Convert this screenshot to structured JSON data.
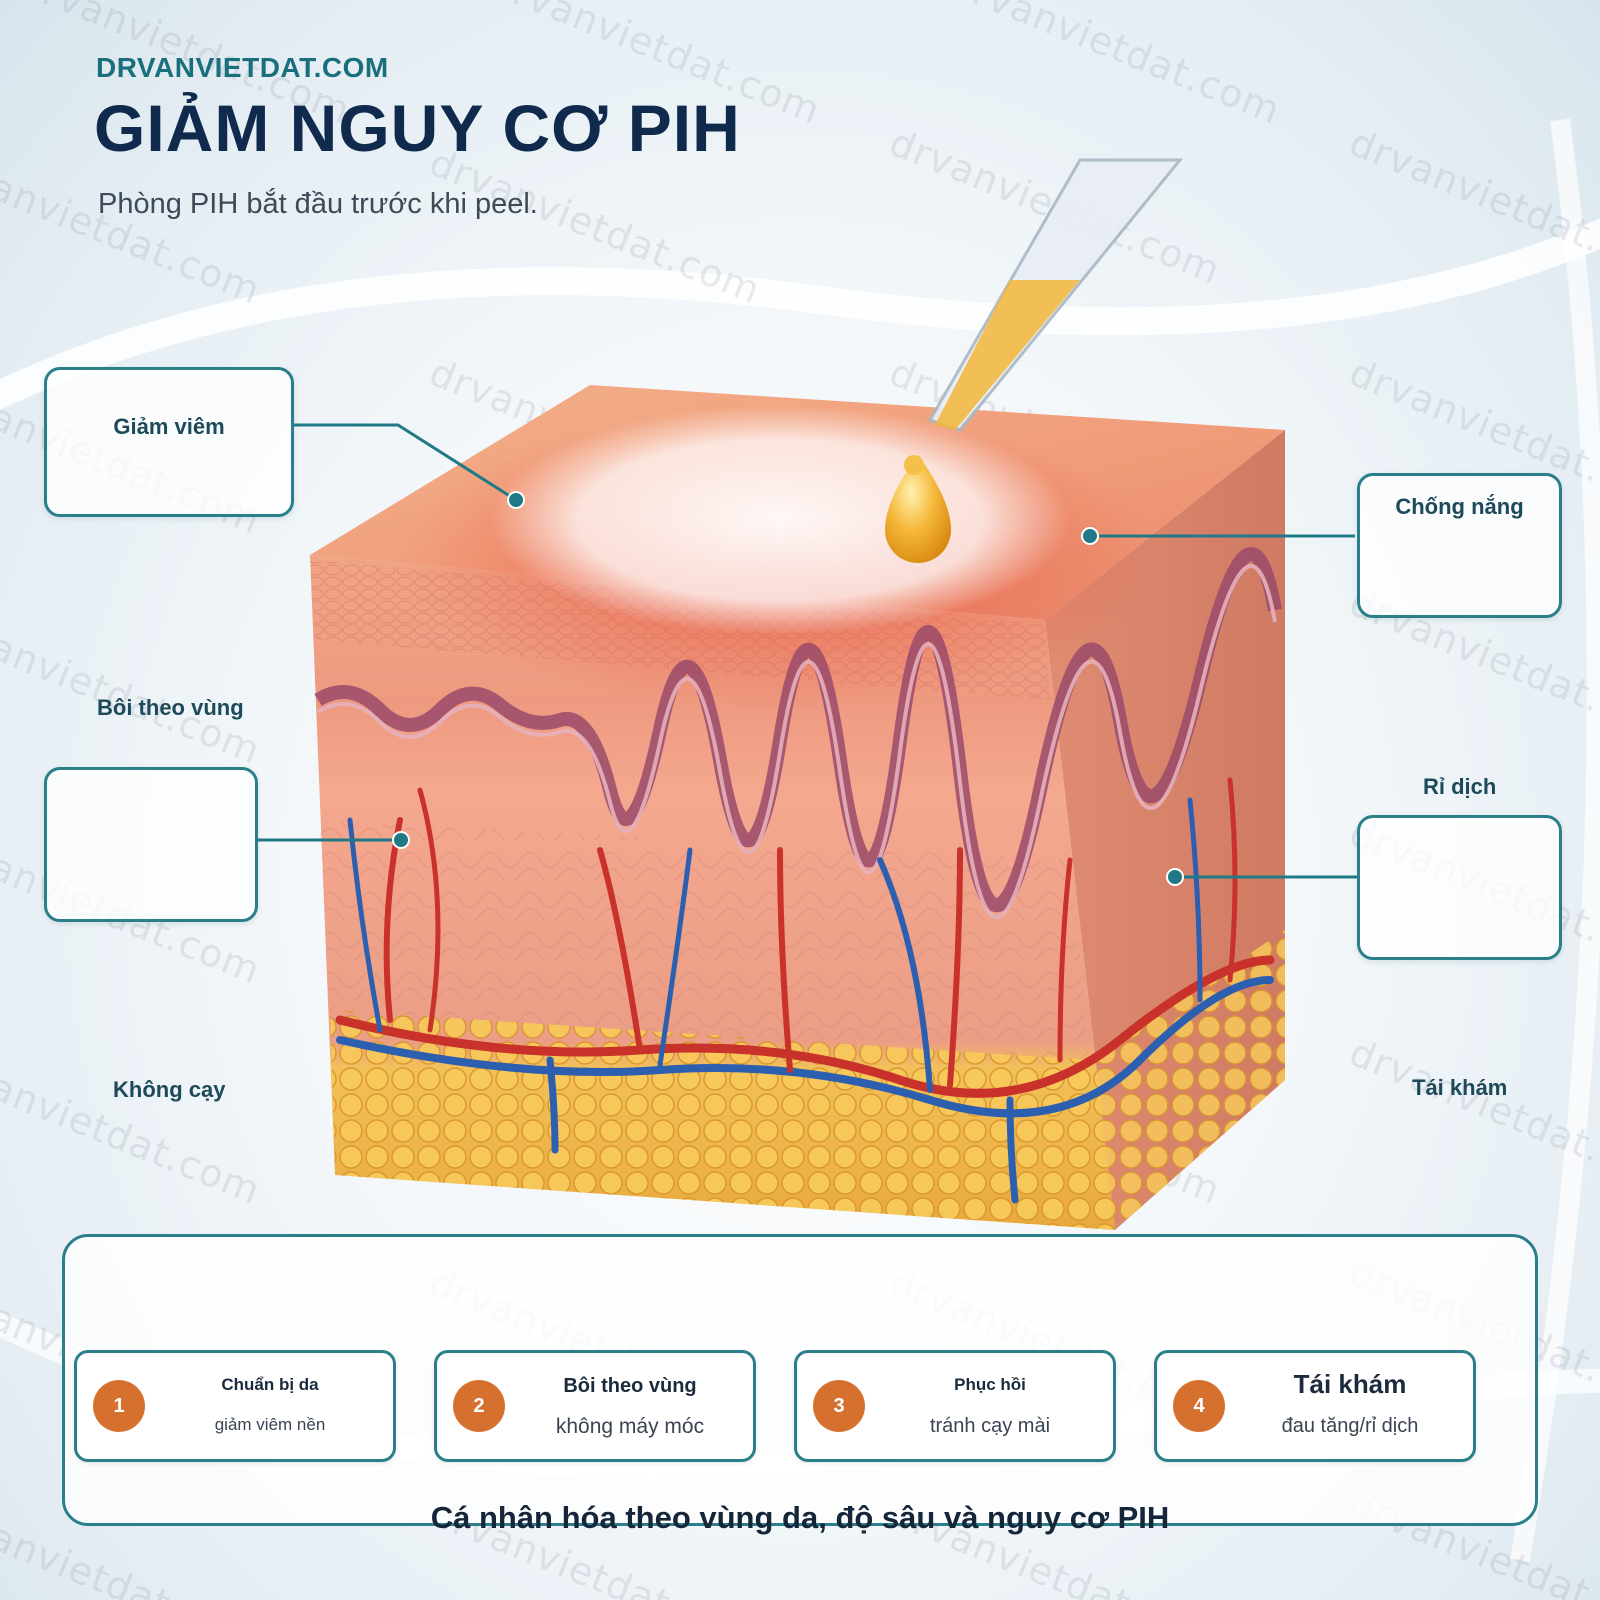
{
  "header": {
    "brand": "DRVANVIETDAT.COM",
    "title": "GIẢM NGUY CƠ PIH",
    "subtitle": "Phòng PIH bắt đầu trước khi peel."
  },
  "watermark": "drvanvietdat.com",
  "callouts": {
    "reduce_inflammation": "Giảm viêm",
    "sunscreen": "Chống nắng",
    "zone_application": "Bôi theo vùng",
    "weeping": "Rỉ dịch",
    "no_picking": "Không cạy",
    "follow_up": "Tái khám"
  },
  "steps": [
    {
      "number": "1",
      "title": "Chuẩn bị da",
      "desc": "giảm viêm nền"
    },
    {
      "number": "2",
      "title": "Bôi theo vùng",
      "desc": "không máy móc"
    },
    {
      "number": "3",
      "title": "Phục hồi",
      "desc": "tránh cạy mài"
    },
    {
      "number": "4",
      "title": "Tái khám",
      "desc": "đau tăng/rỉ dịch"
    }
  ],
  "footer": "Cá nhân hóa theo vùng da, độ sâu và nguy cơ PIH",
  "colors": {
    "accent_teal": "#2a7f8a",
    "title_navy": "#0f2a4d",
    "step_orange": "#d5702f"
  }
}
